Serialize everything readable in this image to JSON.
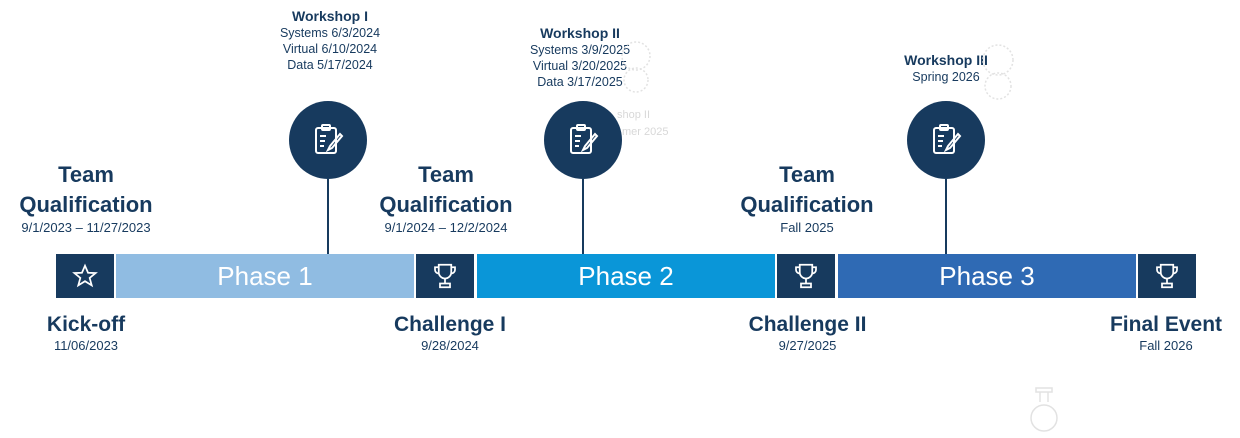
{
  "workshops": [
    {
      "title": "Workshop I",
      "lines": [
        "Systems 6/3/2024",
        "Virtual 6/10/2024",
        "Data 5/17/2024"
      ]
    },
    {
      "title": "Workshop II",
      "lines": [
        "Systems  3/9/2025",
        "Virtual 3/20/2025",
        "Data 3/17/2025"
      ]
    },
    {
      "title": "Workshop III",
      "lines": [
        "Spring 2026"
      ]
    }
  ],
  "qualifications": [
    {
      "title_line1": "Team",
      "title_line2": "Qualification",
      "date": "9/1/2023 – 11/27/2023"
    },
    {
      "title_line1": "Team",
      "title_line2": "Qualification",
      "date": "9/1/2024 – 12/2/2024"
    },
    {
      "title_line1": "Team",
      "title_line2": "Qualification",
      "date": "Fall 2025"
    }
  ],
  "phases": [
    {
      "label": "Phase 1",
      "color": "#90bce2"
    },
    {
      "label": "Phase 2",
      "color": "#0a96d8"
    },
    {
      "label": "Phase 3",
      "color": "#2f6ab4"
    }
  ],
  "milestones": [
    {
      "title": "Kick-off",
      "date": "11/06/2023",
      "icon": "star-icon"
    },
    {
      "title": "Challenge I",
      "date": "9/28/2024",
      "icon": "trophy-icon"
    },
    {
      "title": "Challenge II",
      "date": "9/27/2025",
      "icon": "trophy-icon"
    },
    {
      "title": "Final Event",
      "date": "Fall 2026",
      "icon": "trophy-icon"
    }
  ],
  "ghost_texts": [
    "shop II",
    "mer 2025"
  ],
  "colors": {
    "navy": "#173a5e",
    "white": "#ffffff"
  }
}
